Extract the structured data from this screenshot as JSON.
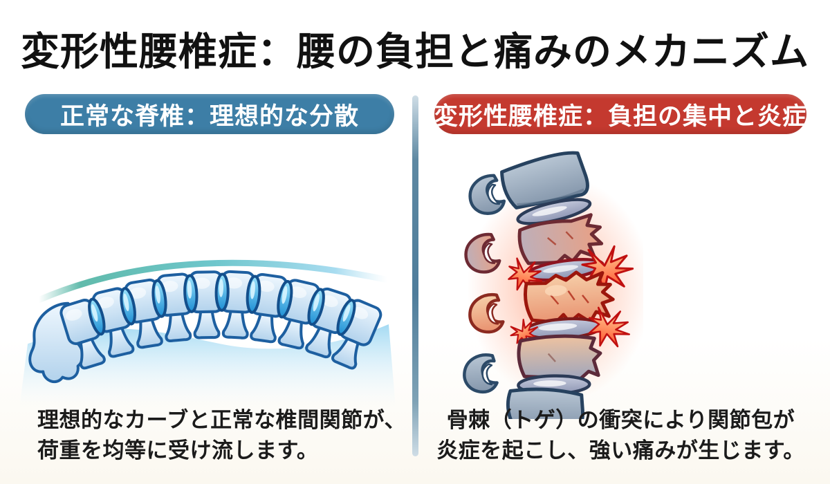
{
  "page": {
    "title": "変形性腰椎症：腰の負担と痛みのメカニズム"
  },
  "colors": {
    "title_text": "#111111",
    "caption_text": "#1b1b1b",
    "badge_blue": "#3d7ea6",
    "badge_red": "#c4392f",
    "divider_blue": "#4f7d9b",
    "healthy_spine_blue": "#1d5fa0",
    "disc_blue": "#1e8fd4",
    "inflamed_red": "#d6281c",
    "inflamed_glow_orange": "#ff6a35",
    "background_bottom": "#fbf8f0"
  },
  "panels": {
    "left": {
      "badge_label": "正常な脊椎：理想的な分散",
      "illustration": "normal-spine-illustration",
      "caption_line1": "理想的なカーブと正常な椎間関節が、",
      "caption_line2": "荷重を均等に受け流します。"
    },
    "right": {
      "badge_label": "変形性腰椎症：負担の集中と炎症",
      "illustration": "degenerative-spine-illustration",
      "caption_line1": "骨棘（トゲ）の衝突により関節包が",
      "caption_line2": "炎症を起こし、強い痛みが生じます。"
    }
  }
}
